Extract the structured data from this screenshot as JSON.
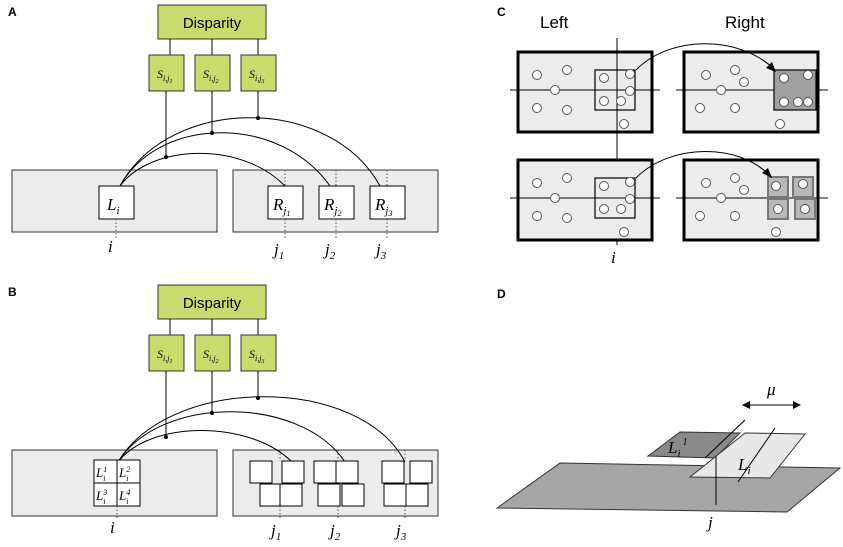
{
  "panels": {
    "A": {
      "letter": "A",
      "disparity_label": "Disparity",
      "s_nodes": [
        {
          "base": "S",
          "sub": "i,j",
          "subsub": "1"
        },
        {
          "base": "S",
          "sub": "i,j",
          "subsub": "2"
        },
        {
          "base": "S",
          "sub": "i,j",
          "subsub": "3"
        }
      ],
      "left_patch": {
        "base": "L",
        "sub": "i"
      },
      "right_patches": [
        {
          "base": "R",
          "sub": "j",
          "subsub": "1"
        },
        {
          "base": "R",
          "sub": "j",
          "subsub": "2"
        },
        {
          "base": "R",
          "sub": "j",
          "subsub": "3"
        }
      ],
      "axis_i": "i",
      "axis_j": [
        {
          "base": "j",
          "sub": "1"
        },
        {
          "base": "j",
          "sub": "2"
        },
        {
          "base": "j",
          "sub": "3"
        }
      ]
    },
    "B": {
      "letter": "B",
      "disparity_label": "Disparity",
      "s_nodes": [
        {
          "base": "S",
          "sub": "i,j",
          "subsub": "1"
        },
        {
          "base": "S",
          "sub": "i,j",
          "subsub": "2"
        },
        {
          "base": "S",
          "sub": "i,j",
          "subsub": "3"
        }
      ],
      "sub_patches": [
        {
          "base": "L",
          "sup": "1",
          "sub": "i"
        },
        {
          "base": "L",
          "sup": "2",
          "sub": "i"
        },
        {
          "base": "L",
          "sup": "3",
          "sub": "i"
        },
        {
          "base": "L",
          "sup": "4",
          "sub": "i"
        }
      ],
      "axis_i": "i",
      "axis_j": [
        {
          "base": "j",
          "sub": "1"
        },
        {
          "base": "j",
          "sub": "2"
        },
        {
          "base": "j",
          "sub": "3"
        }
      ]
    },
    "C": {
      "letter": "C",
      "left_label": "Left",
      "right_label": "Right",
      "axis_i": "i"
    },
    "D": {
      "letter": "D",
      "shift_label": "μ",
      "patch_shifted": {
        "base": "L",
        "sub": "i",
        "sup": "1"
      },
      "patch": {
        "base": "L",
        "sub": "i"
      },
      "axis_j": "j"
    }
  }
}
